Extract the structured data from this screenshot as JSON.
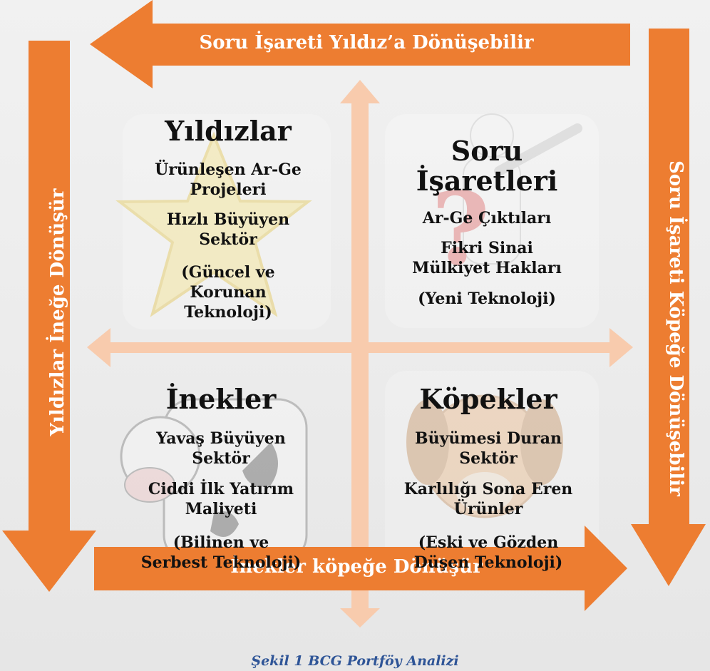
{
  "arrows": {
    "top": "Soru İşareti Yıldız’a Dönüşebilir",
    "left": "Yıldızlar İneğe Dönüşür",
    "right": "Soru İşareti Köpeğe Dönüşebilir",
    "bottom": "İnekler köpeğe Dönüşür"
  },
  "quadrants": {
    "stars": {
      "title": "Yıldızlar",
      "lines": [
        "Ürünleşen Ar-Ge",
        "Projeleri",
        "Hızlı Büyüyen",
        "Sektör",
        "(Güncel ve",
        "Korunan",
        "Teknoloji)"
      ]
    },
    "question_marks": {
      "title_line1": "Soru",
      "title_line2": "İşaretleri",
      "lines": [
        "Ar-Ge Çıktıları",
        "Fikri Sinai",
        "Mülkiyet Hakları",
        "(Yeni Teknoloji)"
      ]
    },
    "cows": {
      "title": "İnekler",
      "lines": [
        "Yavaş Büyüyen",
        "Sektör",
        "Ciddi İlk Yatırım",
        "Maliyeti",
        "(Bilinen ve",
        "Serbest Teknoloji)"
      ]
    },
    "dogs": {
      "title": "Köpekler",
      "lines": [
        "Büyümesi Duran",
        "Sektör",
        "Karlılığı Sona Eren",
        "Ürünler",
        "(Eski ve Gözden",
        "Düşen Teknoloji)"
      ]
    }
  },
  "caption": "Şekil 1 BCG Portföy Analizi",
  "colors": {
    "arrow": "#ed7d31",
    "axis": "#f8cbad",
    "caption": "#2f5597"
  },
  "icons": [
    "star-illustration",
    "question-man-illustration",
    "cow-illustration",
    "dog-illustration"
  ]
}
